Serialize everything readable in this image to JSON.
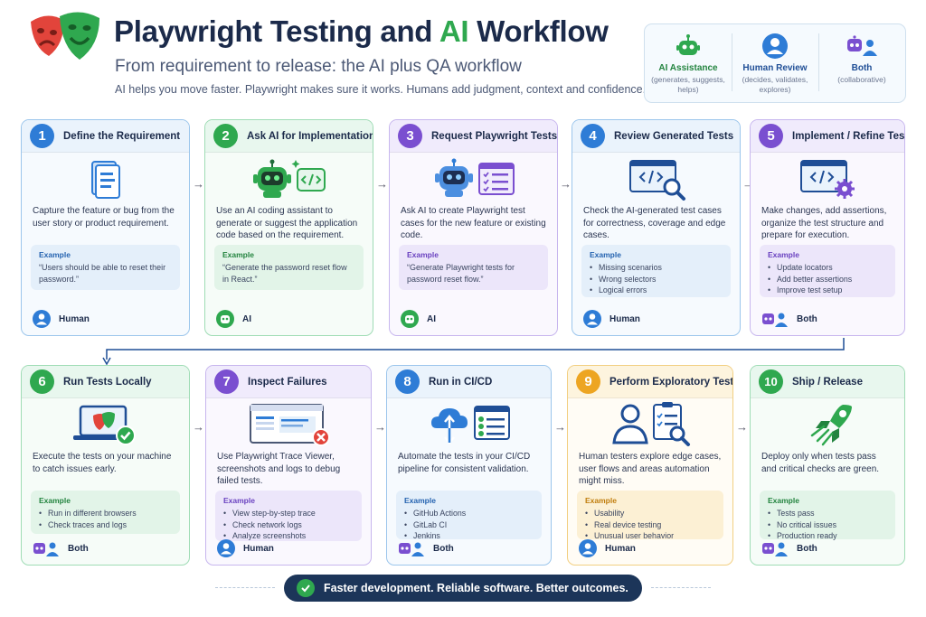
{
  "header": {
    "title_part1": "Playwright Testing and ",
    "title_ai": "AI",
    "title_part2": " Workflow",
    "subtitle": "From requirement to release: the AI plus QA workflow",
    "tagline": "AI helps you move faster. Playwright makes sure it works. Humans add judgment, context and confidence.",
    "logo_icon": "playwright-masks-icon"
  },
  "legend": [
    {
      "title": "AI Assistance",
      "desc": "(generates, suggests, helps)",
      "color": "#2fa84f",
      "icon": "robot-icon"
    },
    {
      "title": "Human Review",
      "desc": "(decides, validates, explores)",
      "color": "#2563b0",
      "icon": "person-icon"
    },
    {
      "title": "Both",
      "desc": "(collaborative)",
      "color": "#2563b0",
      "icon": "robot-person-icon"
    }
  ],
  "steps": [
    {
      "num": "1",
      "title": "Define the Requirement",
      "desc": "Capture the feature or bug from the user story or product requirement.",
      "example_label": "Example",
      "example_text": "“Users should be able to reset their password.”",
      "actor": "Human"
    },
    {
      "num": "2",
      "title": "Ask AI for Implementation",
      "desc": "Use an AI coding assistant to generate or suggest the application code based on the requirement.",
      "example_label": "Example",
      "example_text": "“Generate the password reset flow in React.”",
      "actor": "AI"
    },
    {
      "num": "3",
      "title": "Request Playwright Tests",
      "desc": "Ask AI to create Playwright test cases for the new feature or existing code.",
      "example_label": "Example",
      "example_text": "“Generate Playwright tests for password reset flow.”",
      "actor": "AI"
    },
    {
      "num": "4",
      "title": "Review Generated Tests",
      "desc": "Check the AI-generated test cases for correctness, coverage and edge cases.",
      "example_label": "Example",
      "example_items": [
        "Missing scenarios",
        "Wrong selectors",
        "Logical errors"
      ],
      "actor": "Human"
    },
    {
      "num": "5",
      "title": "Implement / Refine Tests",
      "desc": "Make changes, add assertions, organize the test structure and prepare for execution.",
      "example_label": "Example",
      "example_items": [
        "Update locators",
        "Add better assertions",
        "Improve test setup"
      ],
      "actor": "Both"
    },
    {
      "num": "6",
      "title": "Run Tests Locally",
      "desc": "Execute the tests on your machine to catch issues early.",
      "example_label": "Example",
      "example_items": [
        "Run in different browsers",
        "Check traces and logs"
      ],
      "actor": "Both"
    },
    {
      "num": "7",
      "title": "Inspect Failures",
      "desc": "Use Playwright Trace Viewer, screenshots and logs to debug failed tests.",
      "example_label": "Example",
      "example_items": [
        "View step-by-step trace",
        "Check network logs",
        "Analyze screenshots"
      ],
      "actor": "Human"
    },
    {
      "num": "8",
      "title": "Run in CI/CD",
      "desc": "Automate the tests in your CI/CD pipeline for consistent validation.",
      "example_label": "Example",
      "example_items": [
        "GitHub Actions",
        "GitLab CI",
        "Jenkins"
      ],
      "actor": "Both"
    },
    {
      "num": "9",
      "title": "Perform Exploratory Testing",
      "desc": "Human testers explore edge cases, user flows and areas automation might miss.",
      "example_label": "Example",
      "example_items": [
        "Usability",
        "Real device testing",
        "Unusual user behavior"
      ],
      "actor": "Human"
    },
    {
      "num": "10",
      "title": "Ship / Release",
      "desc": "Deploy only when tests pass and critical checks are green.",
      "example_label": "Example",
      "example_items": [
        "Tests pass",
        "No critical issues",
        "Production ready"
      ],
      "actor": "Both"
    }
  ],
  "footer": {
    "text": "Faster development. Reliable software.  Better outcomes."
  },
  "colors": {
    "blue": "#2e7cd6",
    "green": "#2fa84f",
    "purple": "#7a4fd0",
    "orange": "#eda522",
    "navy": "#1c3559"
  }
}
